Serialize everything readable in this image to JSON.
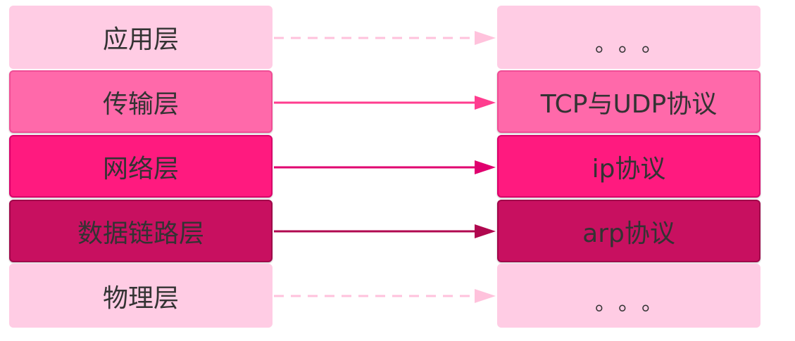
{
  "layers": [
    {
      "name": "应用层",
      "protocol": "。。。",
      "fill": "#ffcce4",
      "border": "#ffcce4",
      "arrow": "#ffc2dc",
      "dashed": true
    },
    {
      "name": "传输层",
      "protocol": "TCP与UDP协议",
      "fill": "#ff69aa",
      "border": "#f04d95",
      "arrow": "#ff3d8f",
      "dashed": false
    },
    {
      "name": "网络层",
      "protocol": "ip协议",
      "fill": "#ff1a7f",
      "border": "#d9006a",
      "arrow": "#e0006f",
      "dashed": false
    },
    {
      "name": "数据链路层",
      "protocol": "arp协议",
      "fill": "#c81060",
      "border": "#a0074a",
      "arrow": "#b0084f",
      "dashed": false
    },
    {
      "name": "物理层",
      "protocol": "。。。",
      "fill": "#ffcce4",
      "border": "#ffcce4",
      "arrow": "#ffc2dc",
      "dashed": true
    }
  ]
}
